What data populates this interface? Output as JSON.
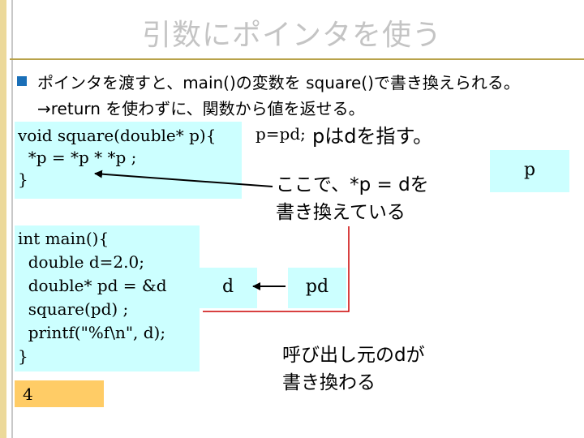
{
  "title": "引数にポインタを使う",
  "bullet": {
    "line1": "ポインタを渡すと、main()の変数を square()で書き換えられる。",
    "line2": "→return を使わずに、関数から値を返せる。"
  },
  "code1": {
    "lines": [
      "void square(double* p){",
      "  *p = *p * *p ;",
      "}"
    ]
  },
  "code2": {
    "lines": [
      "int main(){",
      "  double d=2.0;",
      "  double* pd = &d",
      "  square(pd) ;",
      "  printf(\"%f\\n\", d);",
      "}"
    ]
  },
  "output": "4",
  "annotations": {
    "p_eq_pd": "p=pd;",
    "p_points_d": "pはdを指す。",
    "rewrite_line1": "ここで、*p = dを",
    "rewrite_line2": "書き換えている",
    "caller_line1": "呼び出し元のdが",
    "caller_line2": "書き換わる"
  },
  "boxes": {
    "p": "p",
    "d": "d",
    "pd": "pd"
  },
  "colors": {
    "code_bg": "#ccffff",
    "output_bg": "#ffcc66",
    "title": "#c4c4c4",
    "bullet": "#1a6fb8",
    "arrow_red": "#cc0000"
  }
}
